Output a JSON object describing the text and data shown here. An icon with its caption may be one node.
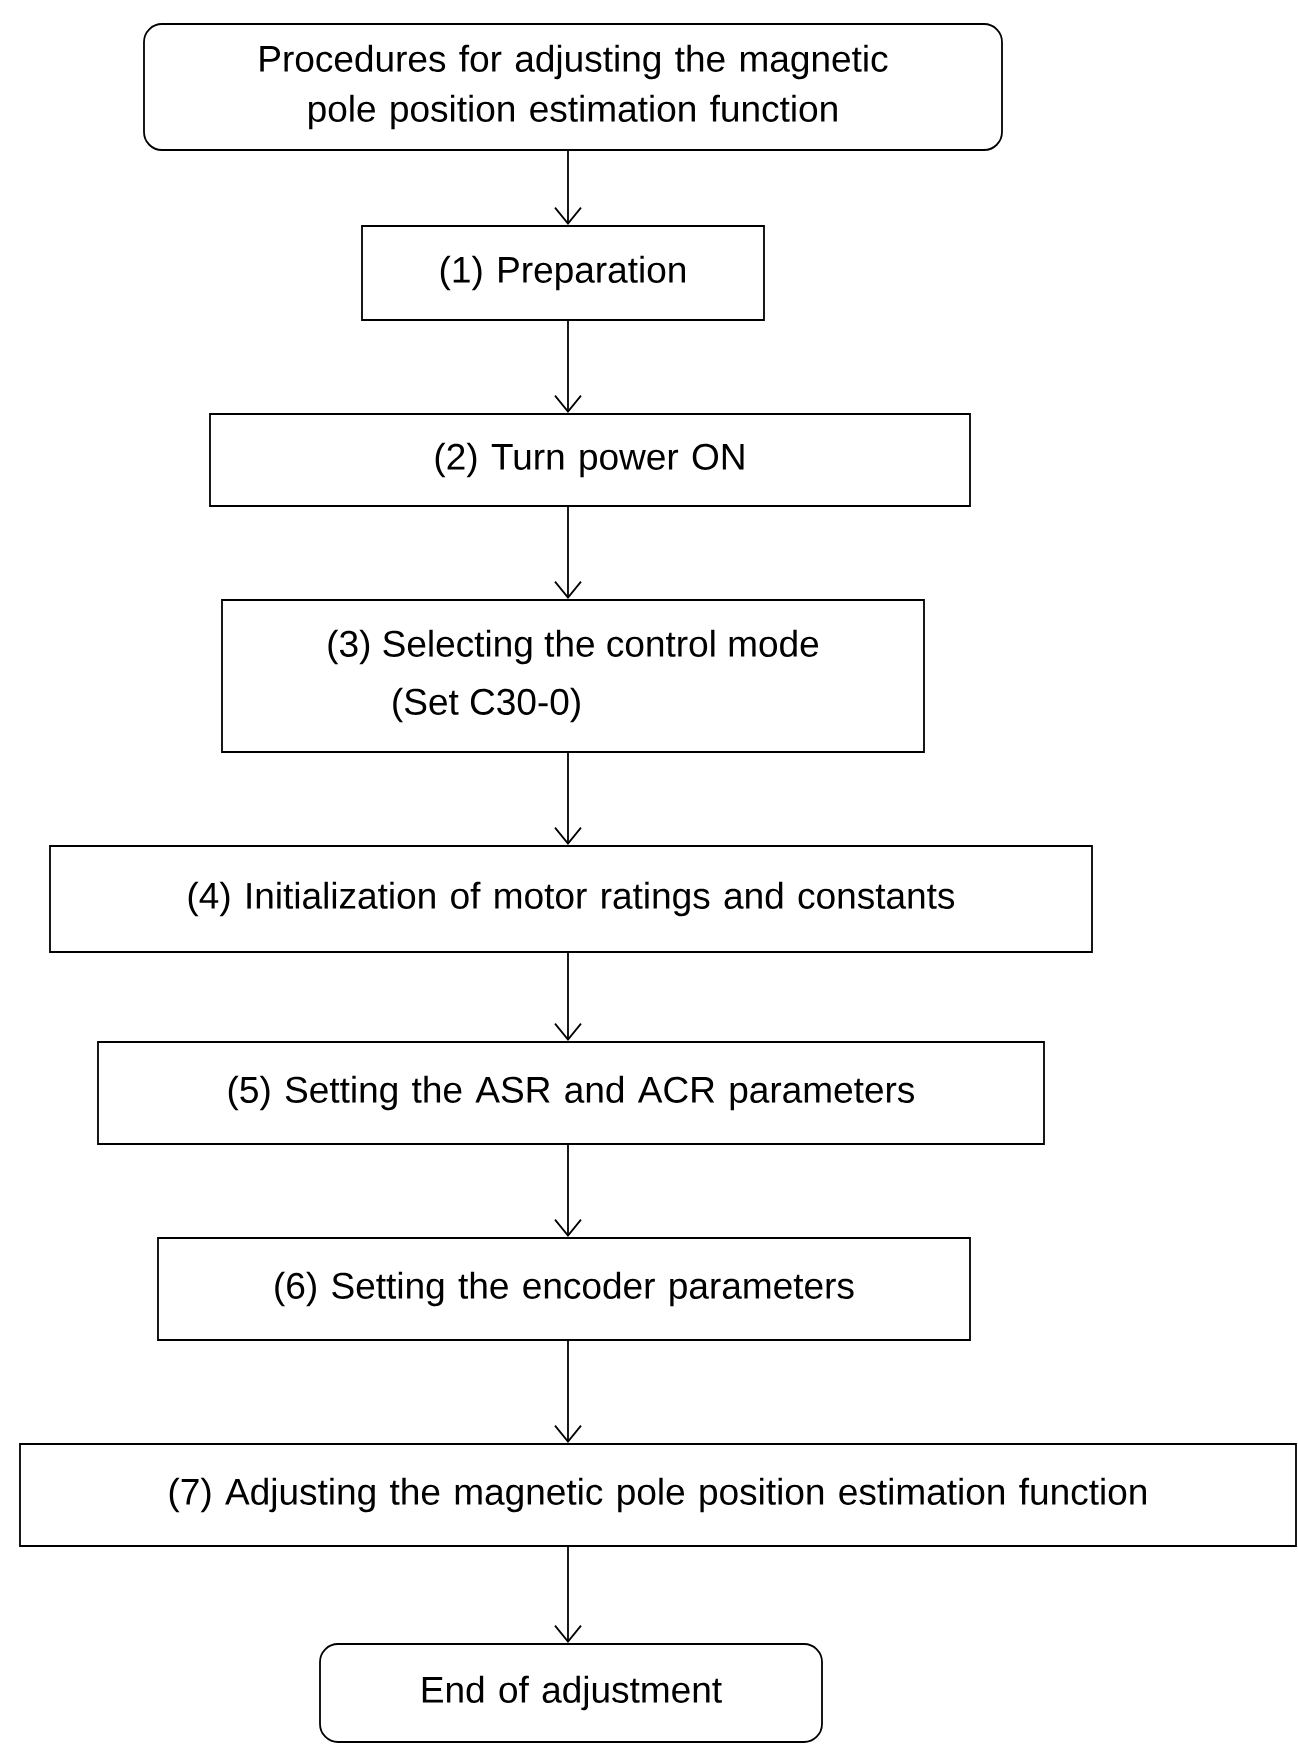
{
  "diagram": {
    "nodes": [
      {
        "text": [
          "Procedures for adjusting the magnetic pole position estimation function"
        ]
      },
      {
        "text": [
          "(1) Preparation"
        ]
      },
      {
        "text": [
          "(2) Turn power ON"
        ]
      },
      {
        "text": [
          "(3) Selecting the control mode",
          "(Set C30-0)"
        ]
      },
      {
        "text": [
          "(4) Initialization of motor ratings and constants"
        ]
      },
      {
        "text": [
          "(5) Setting the ASR and ACR parameters"
        ]
      },
      {
        "text": [
          "(6) Setting the encoder parameters"
        ]
      },
      {
        "text": [
          "(7) Adjusting the magnetic pole position estimation function"
        ]
      },
      {
        "text": [
          "End of adjustment"
        ]
      }
    ],
    "edges": [
      {
        "from": 0,
        "to": 1,
        "arrow": "to"
      },
      {
        "from": 1,
        "to": 2,
        "arrow": "to"
      },
      {
        "from": 2,
        "to": 3,
        "arrow": "to"
      },
      {
        "from": 3,
        "to": 4,
        "arrow": "to"
      },
      {
        "from": 4,
        "to": 5,
        "arrow": "to"
      },
      {
        "from": 5,
        "to": 6,
        "arrow": "to"
      },
      {
        "from": 6,
        "to": 7,
        "arrow": "to"
      },
      {
        "from": 7,
        "to": 8,
        "arrow": "to"
      }
    ]
  }
}
